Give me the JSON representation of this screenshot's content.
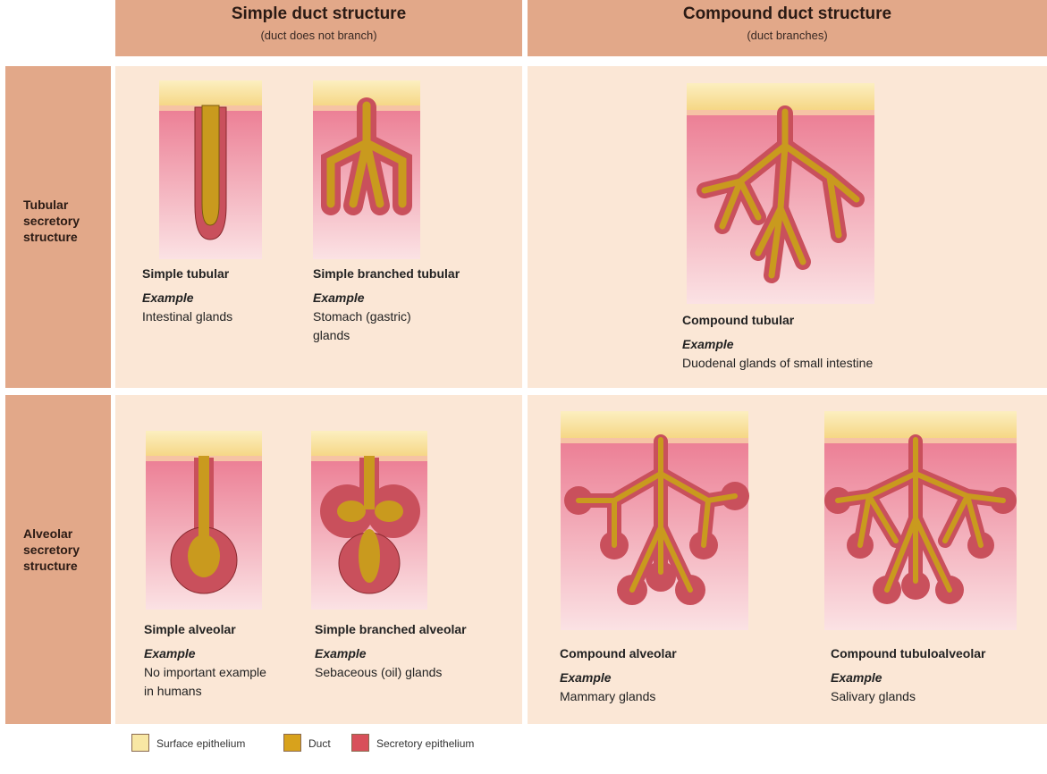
{
  "columns": {
    "simple": {
      "title": "Simple duct structure",
      "subtitle": "(duct does not branch)"
    },
    "compound": {
      "title": "Compound duct structure",
      "subtitle": "(duct branches)"
    }
  },
  "rows": {
    "tubular": {
      "label": "Tubular\nsecretory\nstructure"
    },
    "alveolar": {
      "label": "Alveolar\nsecretory\nstructure"
    }
  },
  "glands": [
    {
      "name": "Simple tubular",
      "example_label": "Example",
      "example": "Intestinal glands"
    },
    {
      "name": "Simple branched tubular",
      "example_label": "Example",
      "example": "Stomach (gastric)\nglands"
    },
    {
      "name": "Compound tubular",
      "example_label": "Example",
      "example": "Duodenal glands of small intestine"
    },
    {
      "name": "Simple alveolar",
      "example_label": "Example",
      "example": "No important example\nin humans"
    },
    {
      "name": "Simple branched alveolar",
      "example_label": "Example",
      "example": "Sebaceous (oil) glands"
    },
    {
      "name": "Compound alveolar",
      "example_label": "Example",
      "example": "Mammary glands"
    },
    {
      "name": "Compound tubuloalveolar",
      "example_label": "Example",
      "example": "Salivary glands"
    }
  ],
  "legend": [
    {
      "label": "Surface epithelium",
      "color": "#f8e7a4"
    },
    {
      "label": "Duct",
      "color": "#d8a21c"
    },
    {
      "label": "Secretory epithelium",
      "color": "#d8505a"
    }
  ],
  "colors": {
    "header": "#e2a889",
    "cell": "#fbe7d6",
    "tissue": "#f08ea0",
    "duct": "#c99a1e",
    "secretory": "#c9505c"
  }
}
